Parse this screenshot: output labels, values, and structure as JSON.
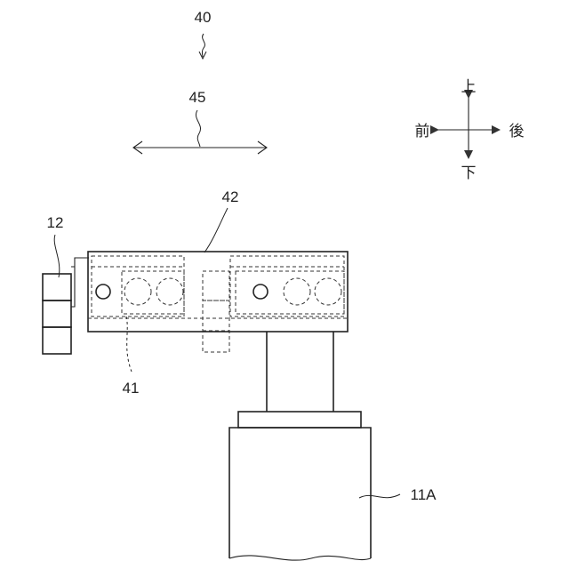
{
  "labels": {
    "figure_ref": "40",
    "motion_ref": "45",
    "bracket_ref": "42",
    "fastener_ref": "12",
    "hidden_parts_ref": "41",
    "column_ref": "11A"
  },
  "directions": {
    "up": "上",
    "down": "下",
    "front": "前",
    "back": "後"
  },
  "colors": {
    "line": "#222222",
    "background": "#ffffff"
  }
}
